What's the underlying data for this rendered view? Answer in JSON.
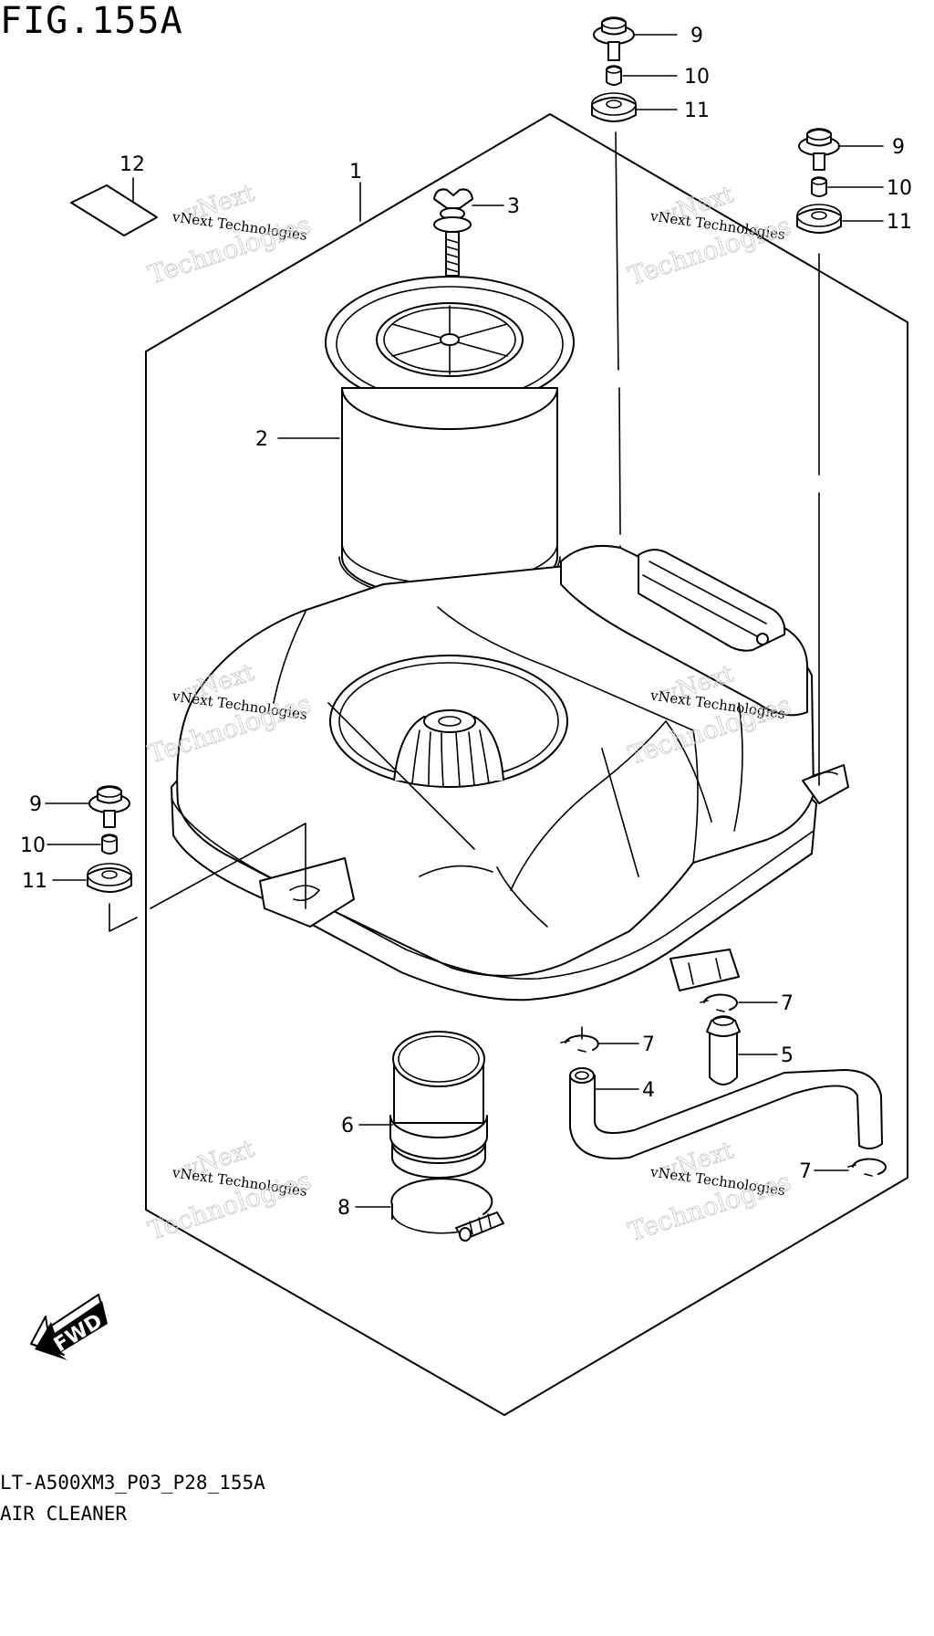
{
  "figure": {
    "title": "FIG.155A",
    "code": "LT-A500XM3_P03_P28_155A",
    "name": "AIR CLEANER"
  },
  "callouts": {
    "c1": "1",
    "c2": "2",
    "c3": "3",
    "c4": "4",
    "c5": "5",
    "c6": "6",
    "c7a": "7",
    "c7b": "7",
    "c7c": "7",
    "c8": "8",
    "c9a": "9",
    "c9b": "9",
    "c9c": "9",
    "c10a": "10",
    "c10b": "10",
    "c10c": "10",
    "c11a": "11",
    "c11b": "11",
    "c11c": "11",
    "c12": "12"
  },
  "fwd_label": "FWD",
  "watermark": {
    "line_a": "vNext Technologies",
    "line_b": "vNext",
    "line_c": "Technologies"
  },
  "colors": {
    "ink": "#000000",
    "watermark": "#c8c8c8",
    "background": "#ffffff"
  }
}
